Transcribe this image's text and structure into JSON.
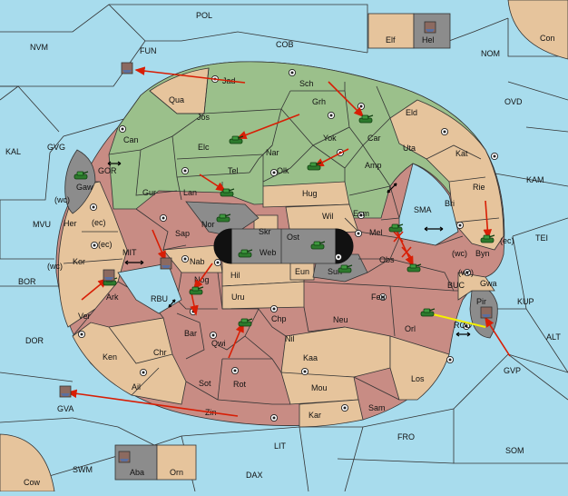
{
  "colors": {
    "sea": "#a8dced",
    "green": "#9bc08b",
    "tan": "#e6c49c",
    "rose": "#c88c84",
    "grey": "#8c8c8c",
    "order_arrow": "#d81e05",
    "yellow_order": "#f5f000"
  },
  "labels": {
    "POL": "POL",
    "NVM": "NVM",
    "FUN": "FUN",
    "COB": "COB",
    "NOM": "NOM",
    "Con": "Con",
    "Elf": "Elf",
    "Hel": "Hel",
    "OVD": "OVD",
    "KAL": "KAL",
    "GVG": "GVG",
    "KAM": "KAM",
    "TEI": "TEI",
    "MVU": "MVU",
    "BOR": "BOR",
    "DOR": "DOR",
    "KUP": "KUP",
    "ALT": "ALT",
    "GVP": "GVP",
    "GVA": "GVA",
    "FRO": "FRO",
    "SOM": "SOM",
    "SWM": "SWM",
    "LIT": "LIT",
    "DAX": "DAX",
    "Cow": "Cow",
    "Aba": "Aba",
    "Orn": "Orn",
    "Jad": "Jad",
    "Sch": "Sch",
    "Qua": "Qua",
    "Jos": "Jos",
    "Grh": "Grh",
    "Eld": "Eld",
    "Can": "Can",
    "Car": "Car",
    "Yok": "Yok",
    "Elc": "Elc",
    "Nar": "Nar",
    "Uta": "Uta",
    "Kat": "Kat",
    "Gur": "Gur",
    "Tel": "Tel",
    "Olk": "Olk",
    "Amp": "Amp",
    "Lan": "Lan",
    "Hug": "Hug",
    "Rie": "Rie",
    "Bri": "Bri",
    "GOR": "GOR",
    "Gaw": "Gaw",
    "Wil": "Wil",
    "Esm": "Esm",
    "SMA": "SMA",
    "Her": "Her",
    "Nor": "Nor",
    "Skr": "Skr",
    "Ost": "Ost",
    "Mel": "Mel",
    "Byn": "Byn",
    "Sap": "Sap",
    "Web": "Web",
    "MIT": "MIT",
    "Kor": "Kor",
    "Nab": "Nab",
    "Obs": "Obs",
    "Eun": "Eun",
    "Sun": "Sun",
    "Hil": "Hil",
    "Gwa": "Gwa",
    "BUC": "BUC",
    "Ark": "Ark",
    "Nog": "Nog",
    "RBU": "RBU",
    "Pir": "Pir",
    "Uru": "Uru",
    "Feu": "Feu",
    "Ver": "Ver",
    "Neu": "Neu",
    "Chp": "Chp",
    "Orl": "Orl",
    "ROD": "ROD",
    "Bar": "Bar",
    "Qwi": "Qwi",
    "Nil": "Nil",
    "Ken": "Ken",
    "Chr": "Chr",
    "Kaa": "Kaa",
    "Los": "Los",
    "Ail": "Ail",
    "Sot": "Sot",
    "Rot": "Rot",
    "Mou": "Mou",
    "Sam": "Sam",
    "Zin": "Zin",
    "Kar": "Kar",
    "wc1": "(wc)",
    "ec1": "(ec)",
    "wc2": "(wc)",
    "ec2": "(ec)",
    "wc3": "(wc)",
    "ec3": "(ec)",
    "wc4": "(wc)"
  },
  "units": [
    {
      "type": "fleet",
      "region": "FUN"
    },
    {
      "type": "fleet",
      "region": "Hel"
    },
    {
      "type": "army",
      "region": "Car"
    },
    {
      "type": "army",
      "region": "Elc"
    },
    {
      "type": "army",
      "region": "Olk"
    },
    {
      "type": "army",
      "region": "Lan"
    },
    {
      "type": "army",
      "region": "Gaw"
    },
    {
      "type": "army",
      "region": "Nor"
    },
    {
      "type": "army",
      "region": "Web"
    },
    {
      "type": "army",
      "region": "Ost"
    },
    {
      "type": "army",
      "region": "Sun"
    },
    {
      "type": "army",
      "region": "Mel"
    },
    {
      "type": "army",
      "region": "Obs"
    },
    {
      "type": "army",
      "region": "Byn"
    },
    {
      "type": "army",
      "region": "Nog"
    },
    {
      "type": "army",
      "region": "Ark"
    },
    {
      "type": "army",
      "region": "Qwi"
    },
    {
      "type": "army",
      "region": "Orl"
    },
    {
      "type": "fleet",
      "region": "MIT"
    },
    {
      "type": "fleet",
      "region": "Ark"
    },
    {
      "type": "fleet",
      "region": "Pir"
    },
    {
      "type": "fleet",
      "region": "GVA"
    },
    {
      "type": "fleet",
      "region": "Aba"
    }
  ]
}
